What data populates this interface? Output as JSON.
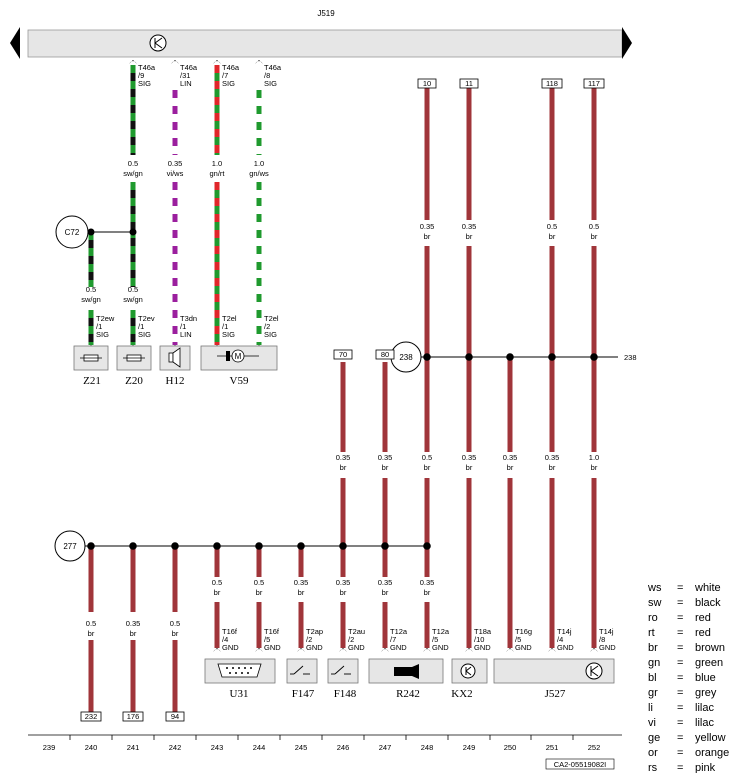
{
  "title": "J519",
  "columns": [
    "239",
    "240",
    "241",
    "242",
    "243",
    "244",
    "245",
    "246",
    "247",
    "248",
    "249",
    "250",
    "251",
    "252"
  ],
  "bottom_code": "CA2-05519082I",
  "bus_right_label": "238",
  "connections": {
    "c72": "C72",
    "n277": "277",
    "n238": "238"
  },
  "top_wires": [
    {
      "pin": "T46a",
      "sub": "/9",
      "sig": "SIG",
      "size": "0.5",
      "color": "sw/gn"
    },
    {
      "pin": "T46a",
      "sub": "/31",
      "sig": "LIN",
      "size": "0.35",
      "color": "vi/ws"
    },
    {
      "pin": "T46a",
      "sub": "/7",
      "sig": "SIG",
      "size": "1.0",
      "color": "gn/rt"
    },
    {
      "pin": "T46a",
      "sub": "/8",
      "sig": "SIG",
      "size": "1.0",
      "color": "gn/ws"
    }
  ],
  "left_lower_wires": [
    {
      "size": "0.5",
      "color": "sw/gn",
      "pin": "T2ew",
      "sub": "/1",
      "sig": "SIG"
    },
    {
      "size": "0.5",
      "color": "sw/gn",
      "pin": "T2ev",
      "sub": "/1",
      "sig": "SIG"
    },
    {
      "pin": "T3dn",
      "sub": "/1",
      "sig": "LIN"
    },
    {
      "pin": "T2el",
      "sub": "/1",
      "sig": "SIG"
    },
    {
      "pin": "T2el",
      "sub": "/2",
      "sig": "SIG"
    }
  ],
  "components_top": [
    {
      "label": "Z21"
    },
    {
      "label": "Z20"
    },
    {
      "label": "H12"
    },
    {
      "label": "V59"
    }
  ],
  "top_refs": [
    "10",
    "11",
    "118",
    "117"
  ],
  "mid_refs": [
    "70",
    "80"
  ],
  "right_upper_wires": [
    {
      "size": "0.35",
      "color": "br"
    },
    {
      "size": "0.35",
      "color": "br"
    },
    {
      "size": "0.5",
      "color": "br"
    },
    {
      "size": "0.5",
      "color": "br"
    }
  ],
  "right_mid_wires": [
    {
      "size": "0.35",
      "color": "br"
    },
    {
      "size": "0.35",
      "color": "br"
    },
    {
      "size": "0.5",
      "color": "br"
    },
    {
      "size": "0.35",
      "color": "br"
    },
    {
      "size": "0.35",
      "color": "br"
    },
    {
      "size": "0.35",
      "color": "br"
    },
    {
      "size": "1.0",
      "color": "br"
    }
  ],
  "bottom_wires": [
    {
      "size": "0.5",
      "color": "br",
      "ref": "232"
    },
    {
      "size": "0.35",
      "color": "br",
      "ref": "176"
    },
    {
      "size": "0.5",
      "color": "br",
      "ref": "94"
    },
    {
      "size": "0.5",
      "color": "br"
    },
    {
      "size": "0.5",
      "color": "br"
    },
    {
      "size": "0.35",
      "color": "br"
    },
    {
      "size": "0.35",
      "color": "br"
    },
    {
      "size": "0.35",
      "color": "br"
    },
    {
      "size": "0.35",
      "color": "br"
    }
  ],
  "bottom_pins": [
    {
      "pin": "T16f",
      "sub": "/4",
      "sig": "GND"
    },
    {
      "pin": "T16f",
      "sub": "/5",
      "sig": "GND"
    },
    {
      "pin": "T2ap",
      "sub": "/2",
      "sig": "GND"
    },
    {
      "pin": "T2au",
      "sub": "/2",
      "sig": "GND"
    },
    {
      "pin": "T12a",
      "sub": "/7",
      "sig": "GND"
    },
    {
      "pin": "T12a",
      "sub": "/5",
      "sig": "GND"
    },
    {
      "pin": "T18a",
      "sub": "/10",
      "sig": "GND"
    },
    {
      "pin": "T16g",
      "sub": "/5",
      "sig": "GND"
    },
    {
      "pin": "T14j",
      "sub": "/4",
      "sig": "GND"
    },
    {
      "pin": "T14j",
      "sub": "/8",
      "sig": "GND"
    }
  ],
  "components_bottom": [
    {
      "label": "U31"
    },
    {
      "label": "F147"
    },
    {
      "label": "F148"
    },
    {
      "label": "R242"
    },
    {
      "label": "KX2"
    },
    {
      "label": "J527"
    }
  ],
  "legend": [
    {
      "code": "ws",
      "eq": "=",
      "name": "white"
    },
    {
      "code": "sw",
      "eq": "=",
      "name": "black"
    },
    {
      "code": "ro",
      "eq": "=",
      "name": "red"
    },
    {
      "code": "rt",
      "eq": "=",
      "name": "red"
    },
    {
      "code": "br",
      "eq": "=",
      "name": "brown"
    },
    {
      "code": "gn",
      "eq": "=",
      "name": "green"
    },
    {
      "code": "bl",
      "eq": "=",
      "name": "blue"
    },
    {
      "code": "gr",
      "eq": "=",
      "name": "grey"
    },
    {
      "code": "li",
      "eq": "=",
      "name": "lilac"
    },
    {
      "code": "vi",
      "eq": "=",
      "name": "lilac"
    },
    {
      "code": "ge",
      "eq": "=",
      "name": "yellow"
    },
    {
      "code": "or",
      "eq": "=",
      "name": "orange"
    },
    {
      "code": "rs",
      "eq": "=",
      "name": "pink"
    }
  ],
  "colors": {
    "brown_wire": "#a0353a",
    "green": "#1f9a2e",
    "black": "#111111",
    "violet": "#9b1f9e",
    "red": "#e0262a",
    "bar_fill": "#e6e6e6"
  }
}
